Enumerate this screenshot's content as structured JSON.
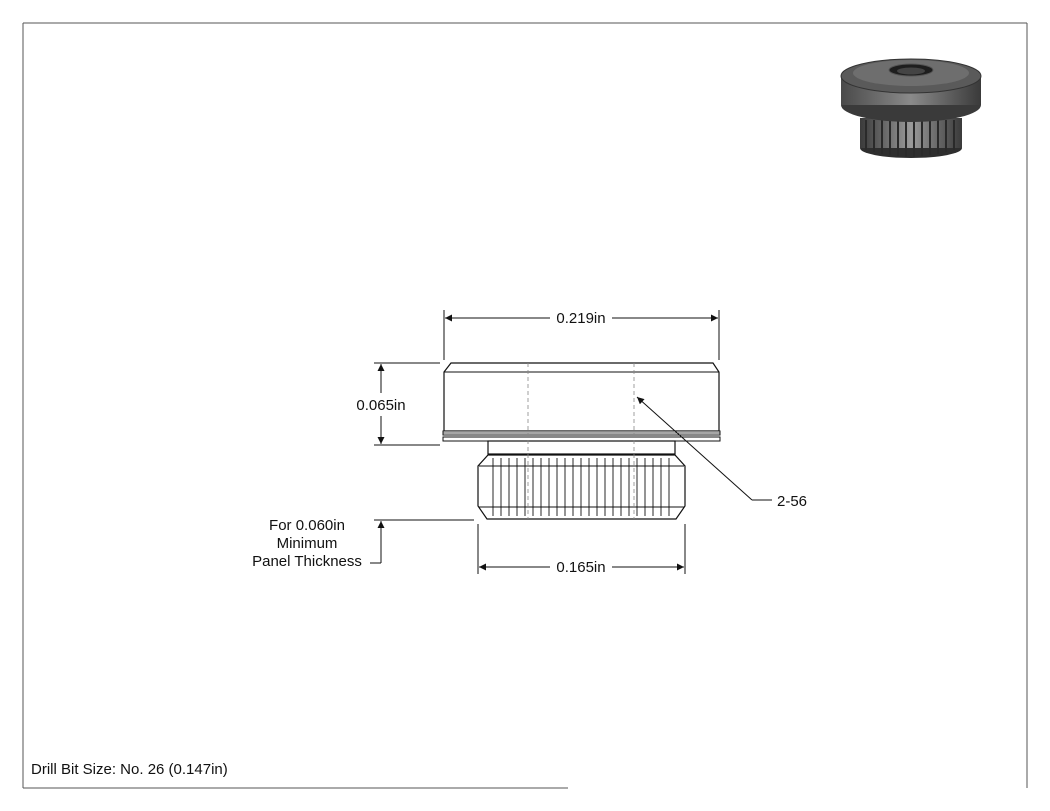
{
  "dimensions": {
    "width_top": "0.219in",
    "height_head": "0.065in",
    "width_bottom": "0.165in",
    "thread": "2-56"
  },
  "panel_note": {
    "line1": "For 0.060in",
    "line2": "Minimum",
    "line3": "Panel Thickness"
  },
  "footer": {
    "drill_bit": "Drill Bit Size: No. 26 (0.147in)"
  },
  "colors": {
    "line": "#111111",
    "part_fill": "#ffffff",
    "render_dark": "#3a3a3a",
    "render_mid": "#6b6b6b",
    "render_light": "#9a9a9a"
  }
}
